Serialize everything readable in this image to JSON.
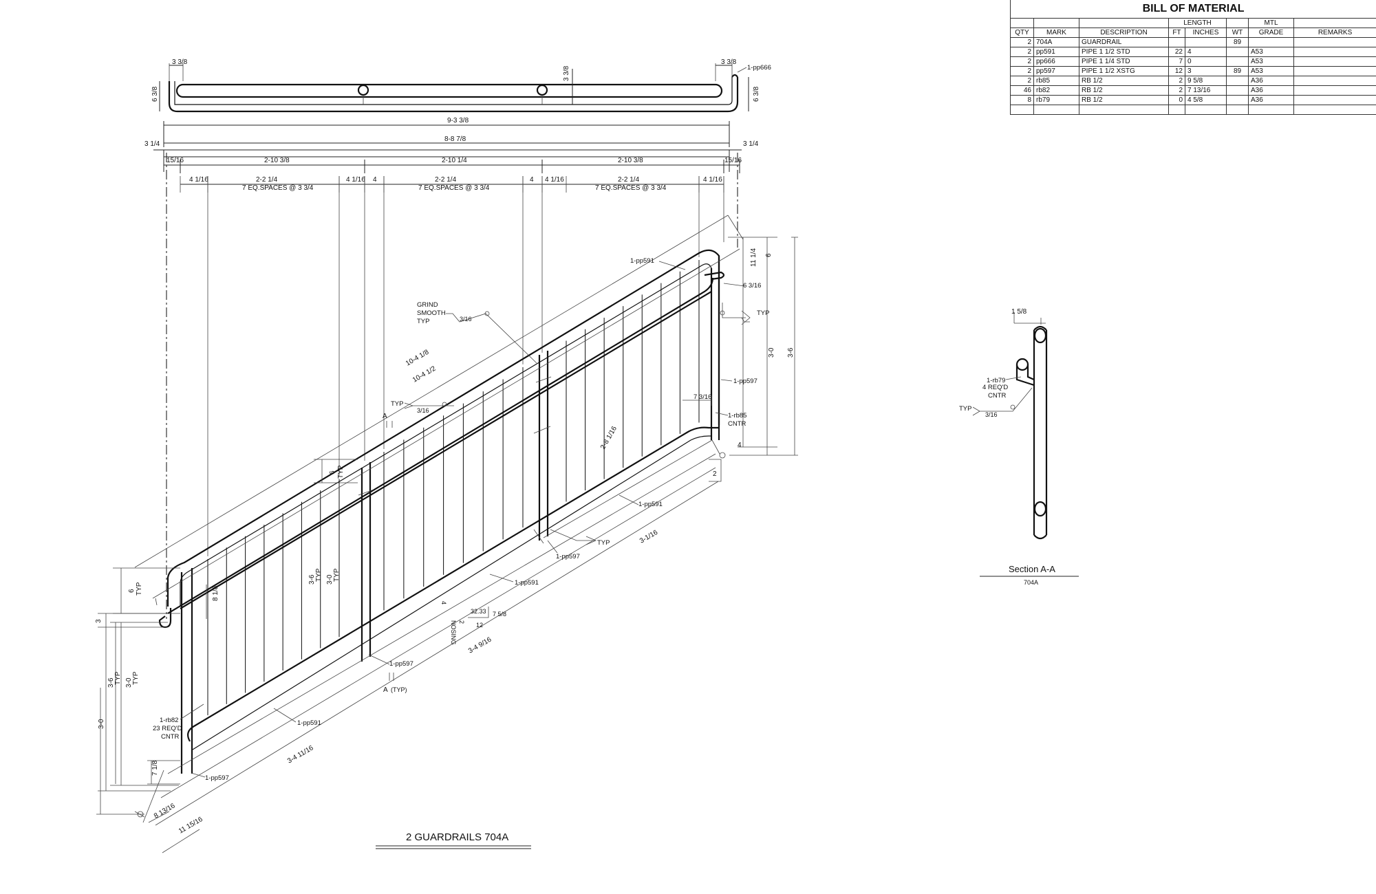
{
  "bom": {
    "title": "BILL OF MATERIAL",
    "group_headers": {
      "length": "LENGTH",
      "mtl": "MTL"
    },
    "columns": [
      "QTY",
      "MARK",
      "DESCRIPTION",
      "FT",
      "INCHES",
      "WT",
      "GRADE",
      "REMARKS"
    ],
    "rows": [
      {
        "qty": "2",
        "mark": "704A",
        "desc": "GUARDRAIL",
        "ft": "",
        "in": "",
        "wt": "89",
        "grade": "",
        "remarks": ""
      },
      {
        "qty": "2",
        "mark": "pp591",
        "desc": "PIPE 1 1/2 STD",
        "ft": "22",
        "in": "4",
        "wt": "",
        "grade": "A53",
        "remarks": ""
      },
      {
        "qty": "2",
        "mark": "pp666",
        "desc": "PIPE 1 1/4 STD",
        "ft": "7",
        "in": "0",
        "wt": "",
        "grade": "A53",
        "remarks": ""
      },
      {
        "qty": "2",
        "mark": "pp597",
        "desc": "PIPE 1 1/2 XSTG",
        "ft": "12",
        "in": "3",
        "wt": "89",
        "grade": "A53",
        "remarks": ""
      },
      {
        "qty": "2",
        "mark": "rb85",
        "desc": "RB 1/2",
        "ft": "2",
        "in": "9 5/8",
        "wt": "",
        "grade": "A36",
        "remarks": ""
      },
      {
        "qty": "46",
        "mark": "rb82",
        "desc": "RB 1/2",
        "ft": "2",
        "in": "7 13/16",
        "wt": "",
        "grade": "A36",
        "remarks": ""
      },
      {
        "qty": "8",
        "mark": "rb79",
        "desc": "RB 1/2",
        "ft": "0",
        "in": "4 5/8",
        "wt": "",
        "grade": "A36",
        "remarks": ""
      }
    ]
  },
  "top_view": {
    "dims": [
      "3 3/8",
      "3 3/8",
      "3 3/8",
      "6 3/8",
      "6 3/8",
      "1-pp666",
      "9-3 3/8",
      "8-8 7/8",
      "3 1/4",
      "3 1/4"
    ]
  },
  "elevation": {
    "spans": [
      "15/16",
      "2-10 3/8",
      "2-10 1/4",
      "2-10 3/8",
      "15/16"
    ],
    "gaps": [
      "4 1/16",
      "4 1/16",
      "4",
      "4",
      "4 1/16",
      "4 1/16"
    ],
    "spacing_dims": [
      "2-2 1/4",
      "2-2 1/4",
      "2-2 1/4"
    ],
    "spacing_notes": [
      "7 EQ.SPACES @ 3 3/4",
      "7 EQ.SPACES @ 3 3/4",
      "7 EQ.SPACES @ 3 3/4"
    ],
    "labels": {
      "grind1": "GRIND",
      "grind2": "SMOOTH",
      "grind3": "TYP",
      "grind_weld": "3/16",
      "weld_typ": "TYP",
      "weld_316": "3/16",
      "rail_len1": "10-4 1/8",
      "rail_len2": "10-4 1/2",
      "pp591_top": "1-pp591",
      "pp591_mid": "1-pp591",
      "pp591_low": "1-pp591",
      "pp591_bot": "1-pp591",
      "pp597_right": "1-pp597",
      "pp597_mid": "1-pp597",
      "pp597_low": "1-pp597",
      "pp597_bot": "1-pp597",
      "rb85_1": "1-rb85",
      "rb85_2": "CNTR",
      "rb82_1": "1-rb82",
      "rb82_2": "23 REQ'D",
      "rb82_3": "CNTR",
      "d_11_1_4": "11 1/4",
      "d_6": "6",
      "d_6_3_16": "6 3/16",
      "d_3_0": "3-0",
      "d_3_6": "3-6",
      "d_7_3_16": "7 3/16",
      "d_4": "4",
      "d_2": "2",
      "d_2_8": "2-8 1/16",
      "d_3_1_16": "3-1/16",
      "d_3_4_9": "3-4 9/16",
      "d_3_4_11": "3-4 11/16",
      "d_6_typ": "6",
      "typ": "TYP",
      "d_3_6_typ": "3-6",
      "d_3_0_typ": "3-0",
      "d_8_1_8": "8 1/8",
      "d_3": "3",
      "d_3_0_left": "3-0",
      "d_3_6_left": "3-6",
      "d_7_1_8": "7 1/8",
      "d_8_13_16": "8 13/16",
      "d_11_15_16": "11 15/16",
      "slope_a": "32.33",
      "slope_b": "12",
      "slope_c": "7 5/8",
      "nosing1": "4",
      "nosing2": "2",
      "nosing3": "NOSING",
      "sec_a": "A",
      "sec_a2": "A",
      "sec_a_typ": "(TYP)"
    },
    "title": "2 GUARDRAILS 704A"
  },
  "section": {
    "dim": "1 5/8",
    "rb79_1": "1-rb79",
    "rb79_2": "4 REQ'D",
    "rb79_3": "CNTR",
    "typ": "TYP",
    "weld": "3/16",
    "title": "Section A-A",
    "ref": "704A"
  }
}
